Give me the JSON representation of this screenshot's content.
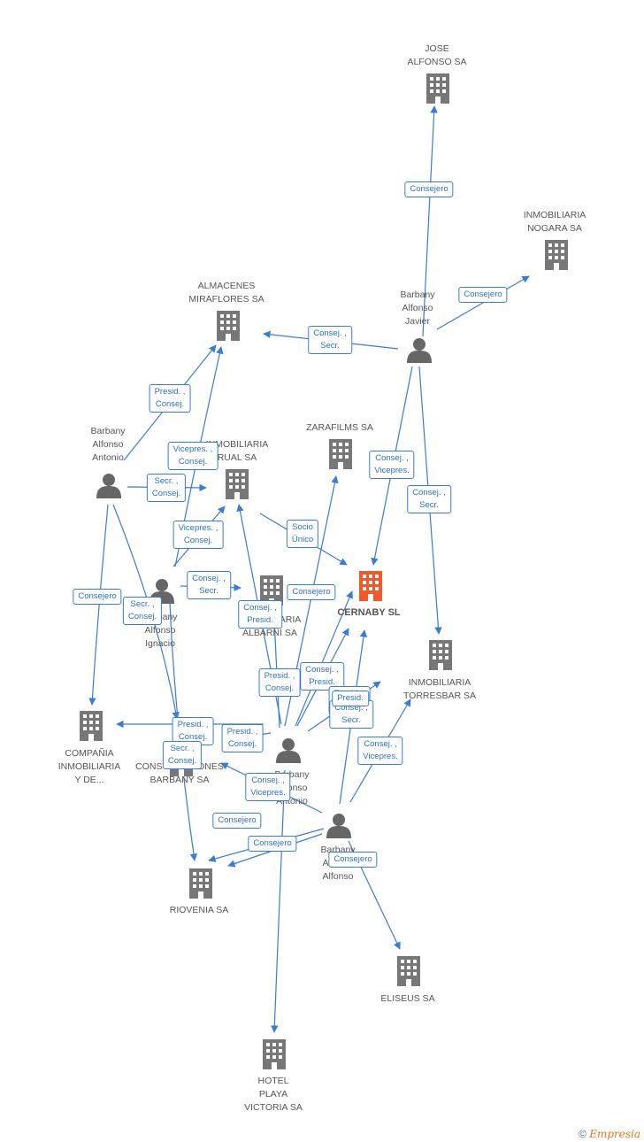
{
  "colors": {
    "edge": "#3a7bd5",
    "company": "#777777",
    "person": "#666666",
    "focus": "#f05a28"
  },
  "nodes": [
    {
      "id": "jose",
      "type": "company",
      "label": "JOSE\nALFONSO SA"
    },
    {
      "id": "nogara",
      "type": "company",
      "label": "INMOBILIARIA\nNOGARA SA"
    },
    {
      "id": "miraflores",
      "type": "company",
      "label": "ALMACENES\nMIRAFLORES SA"
    },
    {
      "id": "javier",
      "type": "person",
      "label": "Barbany\nAlfonso\nJavier"
    },
    {
      "id": "antonio1",
      "type": "person",
      "label": "Barbany\nAlfonso\nAntonio"
    },
    {
      "id": "rual",
      "type": "company",
      "label": "INMOBILIARIA\nRUAL SA"
    },
    {
      "id": "zarafilms",
      "type": "company",
      "label": "ZARAFILMS SA"
    },
    {
      "id": "cernaby",
      "type": "focus",
      "label": "CERNABY SL"
    },
    {
      "id": "ignacio",
      "type": "person",
      "label": "Barbany\nAlfonso\nIgnacio"
    },
    {
      "id": "albarni",
      "type": "company",
      "label": "INMOBILIARIA\nALBARNI SA"
    },
    {
      "id": "torresbar",
      "type": "company",
      "label": "INMOBILIARIA\nTORRESBAR SA"
    },
    {
      "id": "compania",
      "type": "company",
      "label": "COMPAÑIA\nINMOBILIARIA\nY DE..."
    },
    {
      "id": "construcciones",
      "type": "company",
      "label": "CONSTRUCCIONES\nBARBANY SA"
    },
    {
      "id": "antonio2",
      "type": "person",
      "label": "Barbany\nAlfonso\nAntonio"
    },
    {
      "id": "alfonso",
      "type": "person",
      "label": "Barbany\nAlfonso\nAlfonso"
    },
    {
      "id": "riovenia",
      "type": "company",
      "label": "RIOVENIA SA"
    },
    {
      "id": "eliseus",
      "type": "company",
      "label": "ELISEUS SA"
    },
    {
      "id": "hotel",
      "type": "company",
      "label": "HOTEL\nPLAYA\nVICTORIA SA"
    }
  ],
  "edge_labels": [
    "Consejero",
    "Consejero",
    "Consej. ,\nSecr.",
    "Consej. ,\nVicepres.",
    "Consej. ,\nSecr.",
    "Presid. ,\nConsej.",
    "Vicepres. ,\nConsej.",
    "Secr. ,\nConsej.",
    "Vicepres. ,\nConsej.",
    "Socio\nÚnico",
    "Consej. ,\nSecr.",
    "Consejero",
    "Consejero",
    "Secr. ,\nConsej.",
    "Consej. ,\nPresid.",
    "Presid. ,\nConsej.",
    "Consej. ,\nPresid.",
    "Presid. ,\nConsej.",
    "Consej. ,\nSecr.",
    "Presid. ,\nConsej.",
    "Secr. ,\nConsej.",
    "Consej. ,\nVicepres.",
    "Presid. ,\nConsej.",
    "Consej. ,\nVicepres.",
    "Consejero",
    "Consejero",
    "Consejero",
    "Presid."
  ],
  "footer": {
    "copyright": "©",
    "brand": "Empresia"
  }
}
